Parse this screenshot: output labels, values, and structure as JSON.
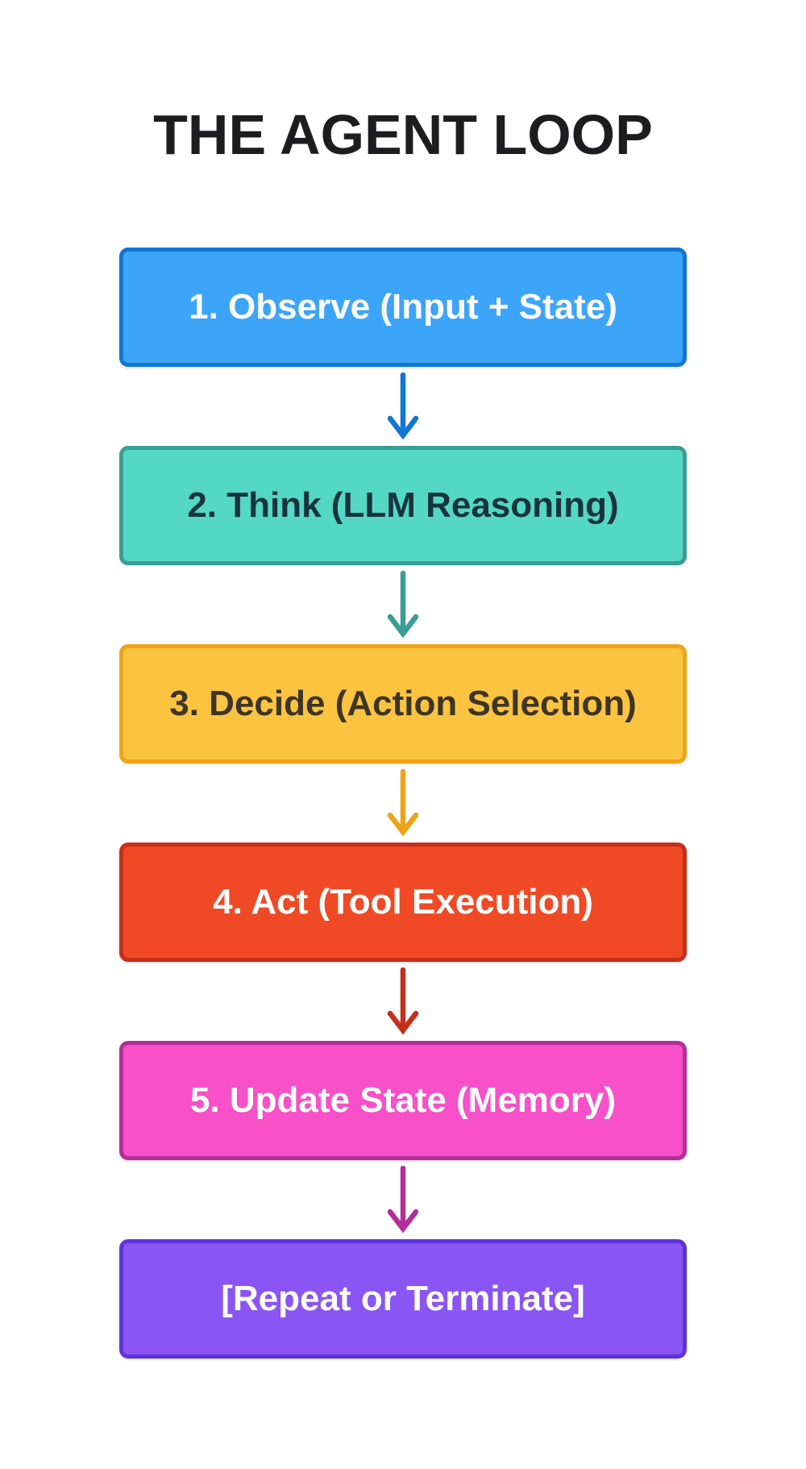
{
  "title": "THE AGENT LOOP",
  "colors": {
    "background": "#ffffff",
    "title_text": "#1d1d1f"
  },
  "steps": [
    {
      "label": "1. Observe (Input + State)",
      "fill": "#3da5f8",
      "border": "#1176d4",
      "text_color": "#ffffff",
      "arrow_color": "#1176d4"
    },
    {
      "label": "2. Think (LLM Reasoning)",
      "fill": "#55d7c5",
      "border": "#3a9e95",
      "text_color": "#17343c",
      "arrow_color": "#3a9e95"
    },
    {
      "label": "3. Decide (Action Selection)",
      "fill": "#fac440",
      "border": "#eca517",
      "text_color": "#3d3423",
      "arrow_color": "#eca517"
    },
    {
      "label": "4. Act (Tool Execution)",
      "fill": "#ef4a25",
      "border": "#c52f1b",
      "text_color": "#ffffff",
      "arrow_color": "#c52f1b"
    },
    {
      "label": "5. Update State (Memory)",
      "fill": "#f750c8",
      "border": "#b52d9b",
      "text_color": "#ffffff",
      "arrow_color": "#b52d9b"
    },
    {
      "label": "[Repeat or Terminate]",
      "fill": "#8a55f2",
      "border": "#5d33dc",
      "text_color": "#ffffff",
      "arrow_color": ""
    }
  ]
}
